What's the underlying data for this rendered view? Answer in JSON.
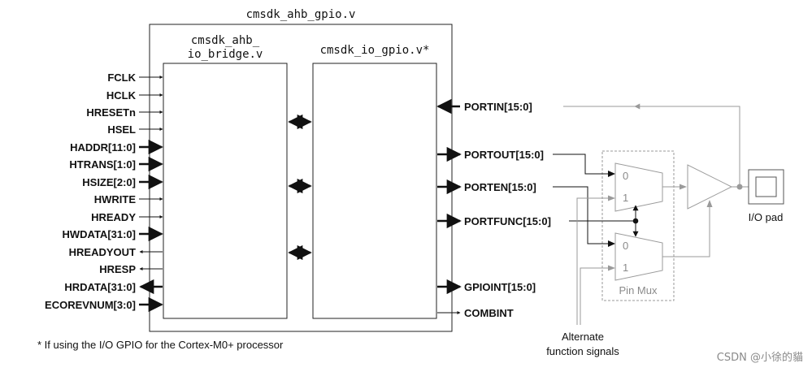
{
  "modules": {
    "outer": "cmsdk_ahb_gpio.v",
    "bridge_line1": "cmsdk_ahb_",
    "bridge_line2": "io_bridge.v",
    "gpio": "cmsdk_io_gpio.v*"
  },
  "left_signals": [
    "FCLK",
    "HCLK",
    "HRESETn",
    "HSEL",
    "HADDR[11:0]",
    "HTRANS[1:0]",
    "HSIZE[2:0]",
    "HWRITE",
    "HREADY",
    "HWDATA[31:0]",
    "HREADYOUT",
    "HRESP",
    "HRDATA[31:0]",
    "ECOREVNUM[3:0]"
  ],
  "right_signals": [
    "PORTIN[15:0]",
    "PORTOUT[15:0]",
    "PORTEN[15:0]",
    "PORTFUNC[15:0]",
    "GPIOINT[15:0]",
    "COMBINT"
  ],
  "mux": {
    "input0": "0",
    "input1": "1",
    "label": "Pin Mux"
  },
  "pad_label": "I/O pad",
  "alternate_line1": "Alternate",
  "alternate_line2": "function signals",
  "footnote": "* If using the I/O GPIO for the Cortex-M0+ processor",
  "watermark": "CSDN @小徐的貓"
}
